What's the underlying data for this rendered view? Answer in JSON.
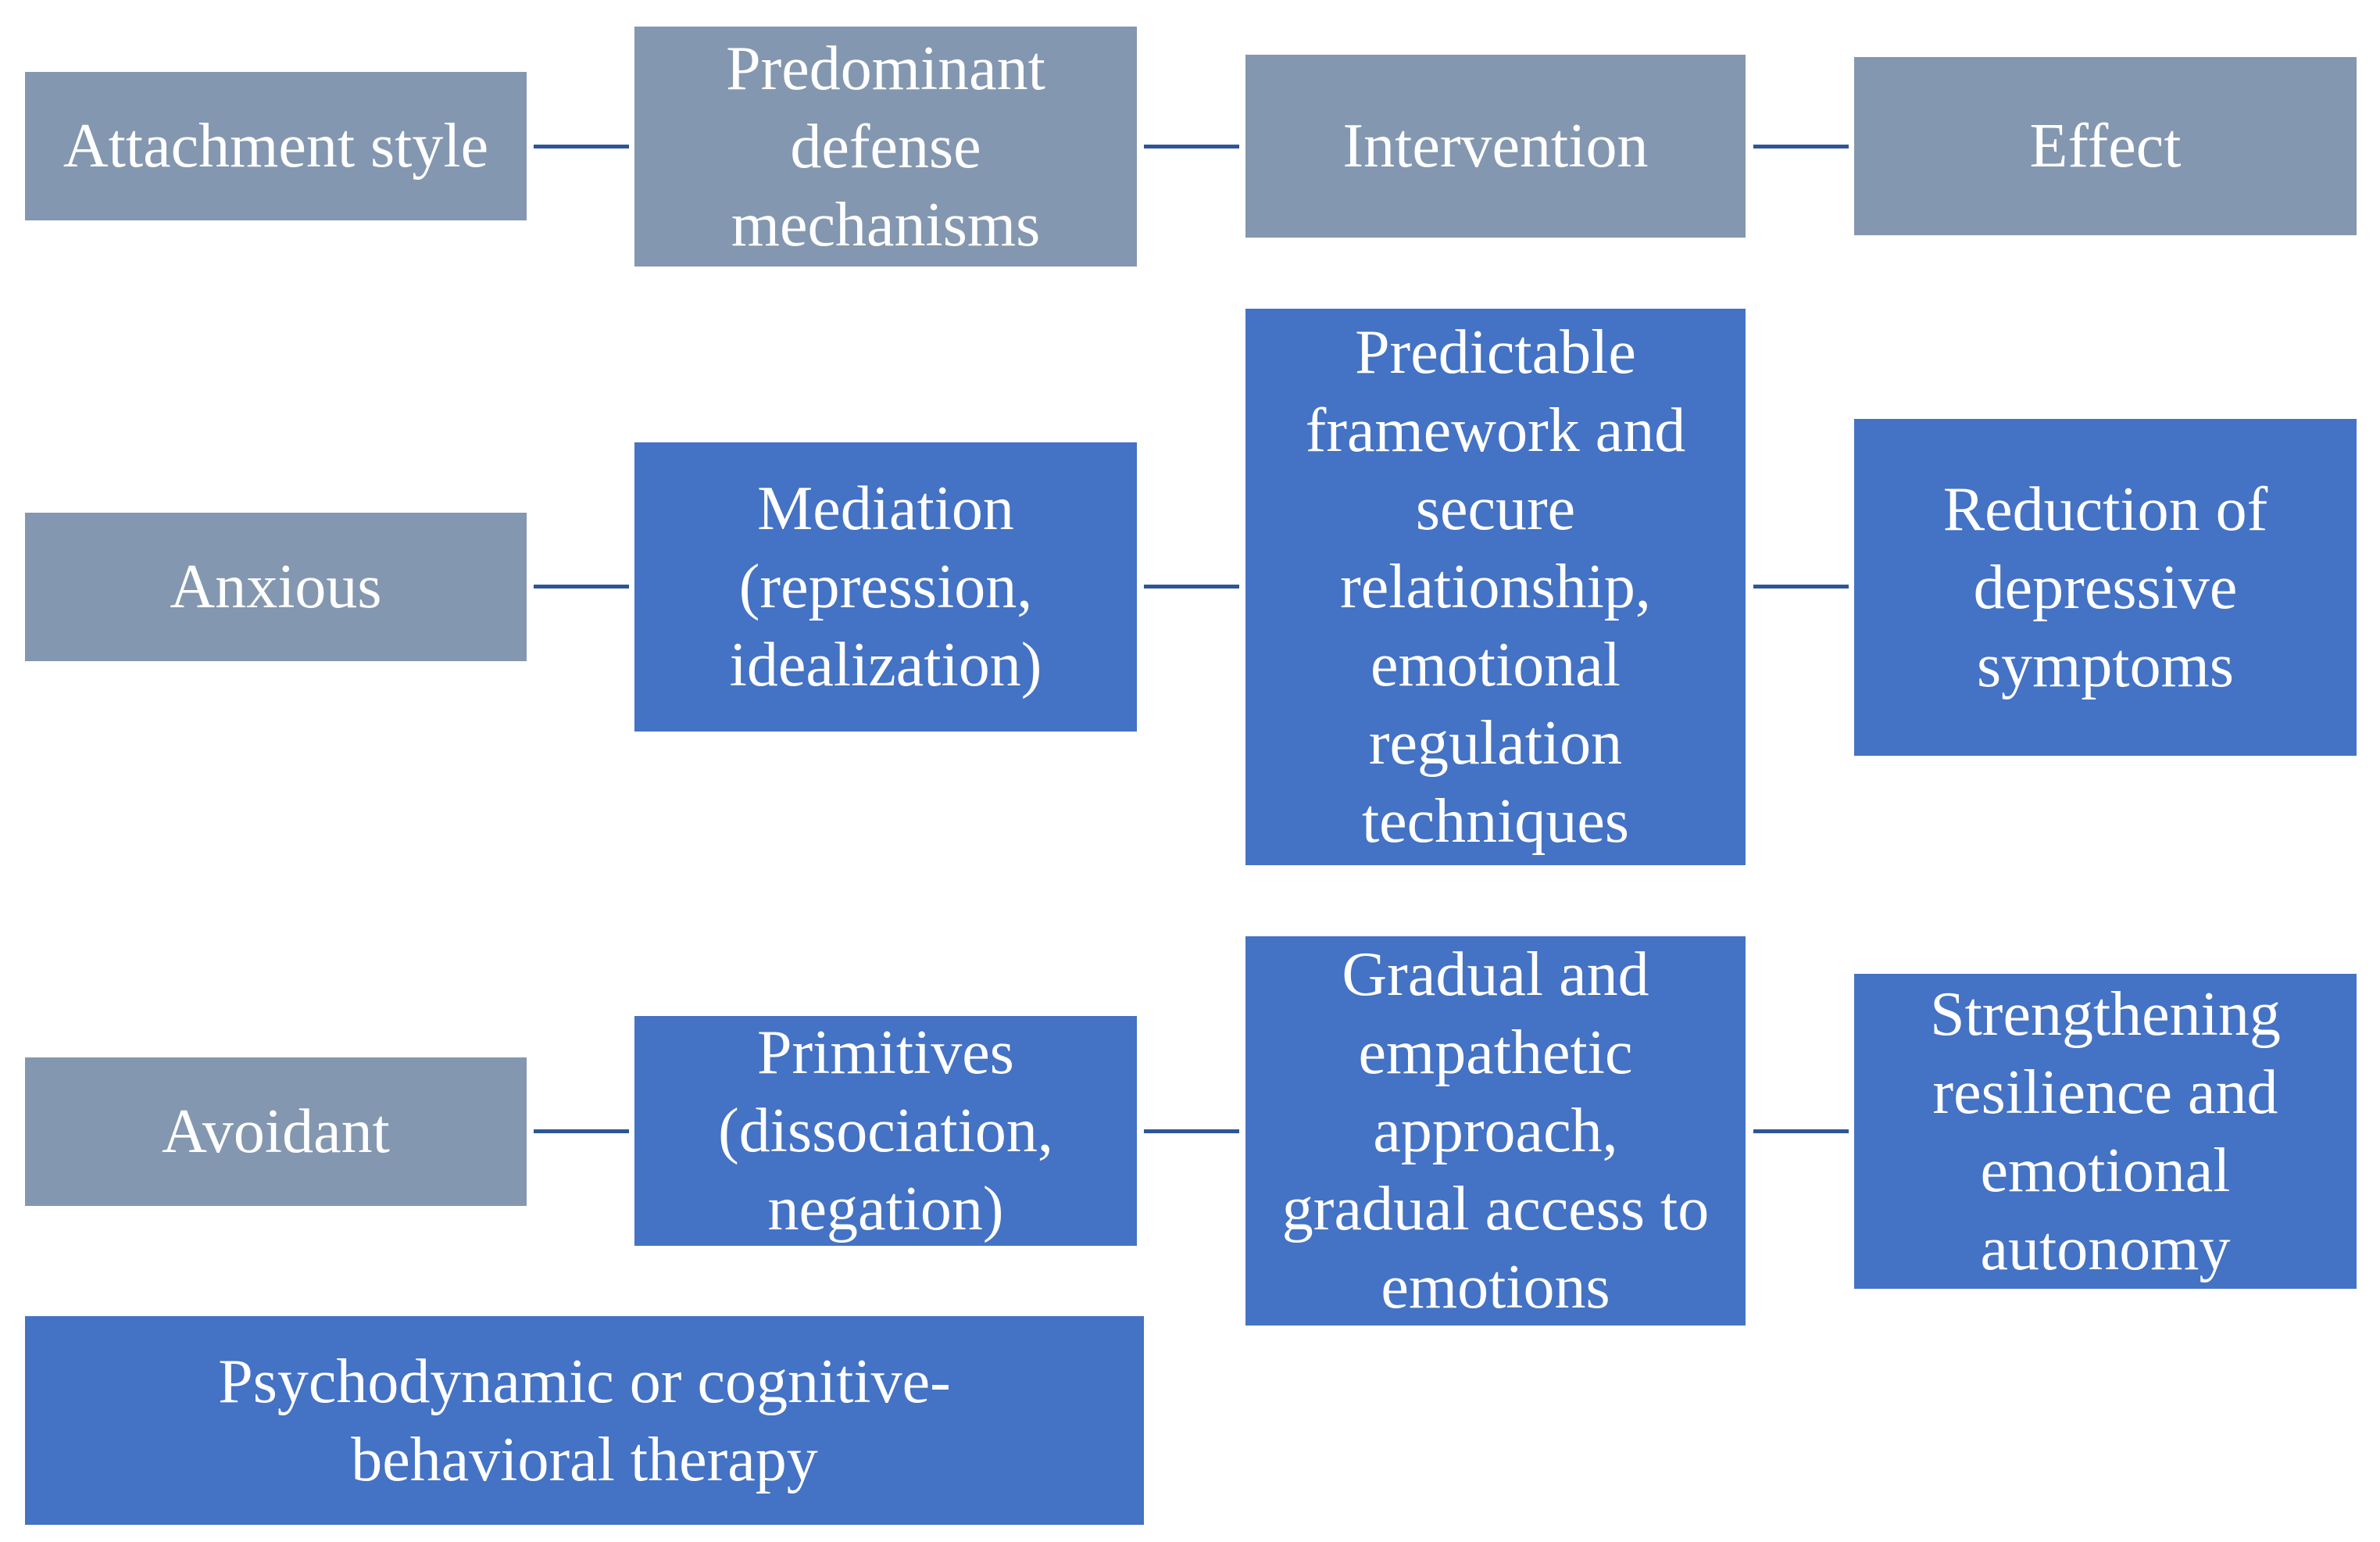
{
  "colors": {
    "header_box": "#8497b0",
    "content_box": "#4472c4",
    "connector": "#2f5597",
    "text": "#ffffff"
  },
  "header": {
    "attachment_style": "Attachment style",
    "defense_mechanisms": "Predominant\ndefense\nmechanisms",
    "intervention": "Intervention",
    "effect": "Effect"
  },
  "anxious": {
    "style": "Anxious",
    "defense": "Mediation\n(repression,\nidealization)",
    "intervention": "Predictable\nframework and\nsecure\nrelationship,\nemotional\nregulation\ntechniques",
    "effect": "Reduction of\ndepressive\nsymptoms"
  },
  "avoidant": {
    "style": "Avoidant",
    "defense": "Primitives\n(dissociation,\nnegation)",
    "intervention": "Gradual and\nempathetic\napproach,\ngradual access to\nemotions",
    "effect": "Strengthening\nresilience and\nemotional\nautonomy"
  },
  "therapy": "Psychodynamic or cognitive-\nbehavioral therapy"
}
